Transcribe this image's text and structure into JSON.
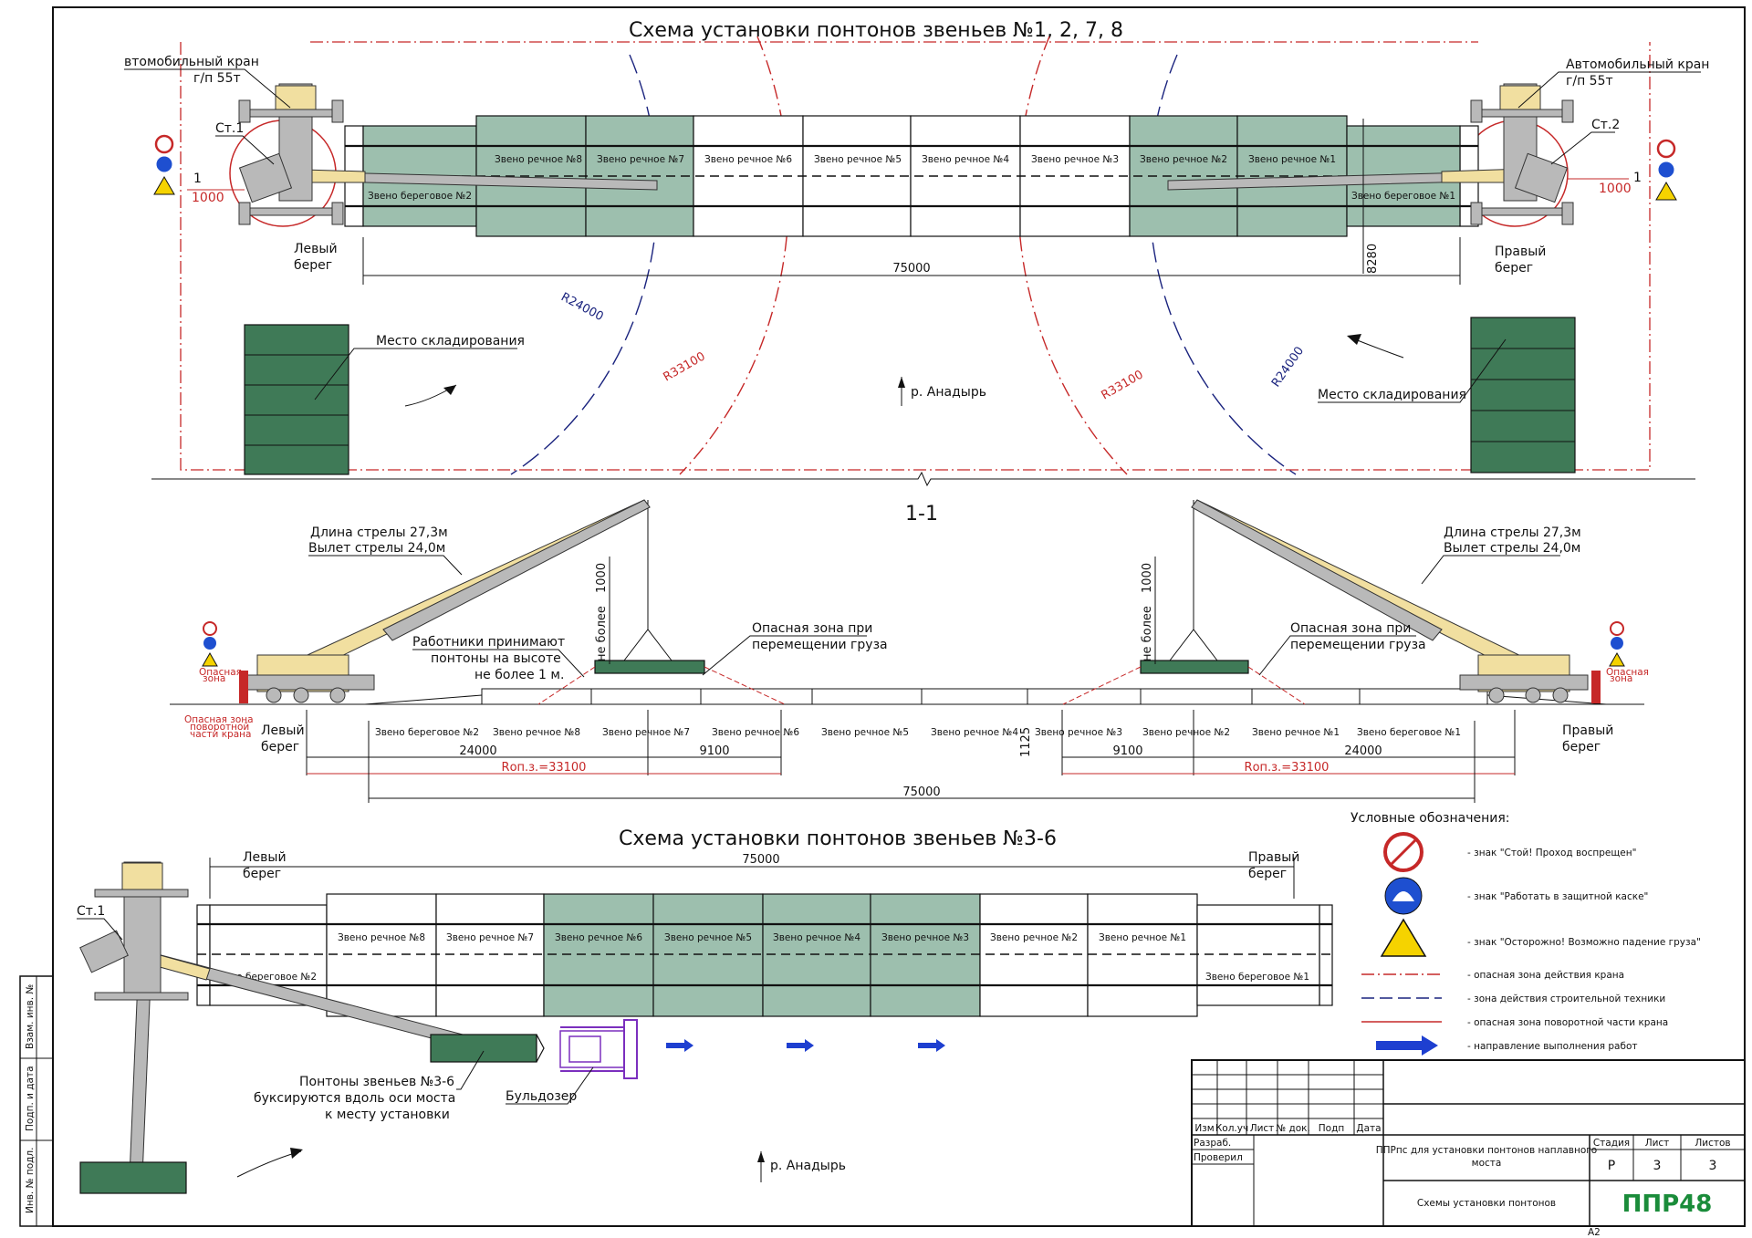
{
  "top_plan": {
    "title": "Схема установки понтонов звеньев №1, 2, 7, 8",
    "crane_left_label": [
      "втомобильный кран",
      "г/п 55т"
    ],
    "crane_right_label": [
      "Автомобильный кран",
      "г/п 55т"
    ],
    "st1": "Ст.1",
    "st2": "Ст.2",
    "dim_1000_left": "1000",
    "dim_1000_right": "1000",
    "dim_1": "1",
    "left_bank": [
      "Левый",
      "берег"
    ],
    "right_bank": [
      "Правый",
      "берег"
    ],
    "segments": [
      {
        "label": "Звено береговое №2",
        "fill": "green",
        "row": "low"
      },
      {
        "label": "Звено речное №8",
        "fill": "green",
        "row": "mid"
      },
      {
        "label": "Звено речное №7",
        "fill": "green",
        "row": "mid"
      },
      {
        "label": "Звено речное №6",
        "fill": "white",
        "row": "mid"
      },
      {
        "label": "Звено речное №5",
        "fill": "white",
        "row": "mid"
      },
      {
        "label": "Звено речное №4",
        "fill": "white",
        "row": "mid"
      },
      {
        "label": "Звено речное №3",
        "fill": "white",
        "row": "mid"
      },
      {
        "label": "Звено речное №2",
        "fill": "green",
        "row": "mid"
      },
      {
        "label": "Звено речное №1",
        "fill": "green",
        "row": "mid"
      },
      {
        "label": "Звено береговое №1",
        "fill": "green",
        "row": "low"
      }
    ],
    "dim_length": "75000",
    "dim_width": "8280",
    "r24000": "R24000",
    "r33100": "R33100",
    "storage_label": "Место складирования",
    "river": "р. Анадырь"
  },
  "section": {
    "title": "1-1",
    "boom_left": [
      "Длина стрелы 27,3м",
      "Вылет стрелы 24,0м"
    ],
    "boom_right": [
      "Длина стрелы 27,3м",
      "Вылет стрелы 24,0м"
    ],
    "limit_1000": "1000",
    "limit_text": "не более",
    "workers": [
      "Работники принимают",
      "понтоны на высоте",
      "не более 1 м."
    ],
    "danger_left": [
      "Опасная зона при",
      "перемещении груза"
    ],
    "danger_right": [
      "Опасная зона при",
      "перемещении груза"
    ],
    "left_bank": [
      "Левый",
      "берег"
    ],
    "right_bank": [
      "Правый",
      "берег"
    ],
    "segment_labels": [
      "Звено береговое №2",
      "Звено речное №8",
      "Звено речное №7",
      "Звено речное №6",
      "Звено речное №5",
      "Звено речное №4",
      "Звено речное №3",
      "Звено речное №2",
      "Звено речное №1",
      "Звено береговое №1"
    ],
    "dim_24000_left": "24000",
    "dim_9100_left": "9100",
    "r_left": "Rоп.з.=33100",
    "dim_1125": "1125",
    "dim_9100_right": "9100",
    "dim_24000_right": "24000",
    "r_right": "Rоп.з.=33100",
    "dim_75000": "75000",
    "zone_note": [
      "Опасная",
      "зона"
    ],
    "rot_note": [
      "Опасная зона",
      "поворотной",
      "части крана"
    ]
  },
  "bottom_plan": {
    "title": "Схема установки понтонов звеньев №3-6",
    "left_bank": [
      "Левый",
      "берег"
    ],
    "right_bank": [
      "Правый",
      "берег"
    ],
    "dim_length": "75000",
    "st1": "Ст.1",
    "segments": [
      {
        "label": "Звено береговое №2",
        "fill": "white"
      },
      {
        "label": "Звено речное №8",
        "fill": "white"
      },
      {
        "label": "Звено речное №7",
        "fill": "white"
      },
      {
        "label": "Звено речное №6",
        "fill": "green"
      },
      {
        "label": "Звено речное №5",
        "fill": "green"
      },
      {
        "label": "Звено речное №4",
        "fill": "green"
      },
      {
        "label": "Звено речное №3",
        "fill": "green"
      },
      {
        "label": "Звено речное №2",
        "fill": "white"
      },
      {
        "label": "Звено речное №1",
        "fill": "white"
      },
      {
        "label": "Звено береговое №1",
        "fill": "white"
      }
    ],
    "tow_note": [
      "Понтоны звеньев №3-6",
      "буксируются вдоль оси моста",
      "к месту установки"
    ],
    "bulldozer": "Бульдозер",
    "river": "р. Анадырь"
  },
  "legend": {
    "title": "Условные обозначения:",
    "items": [
      "- знак \"Стой! Проход воспрещен\"",
      "- знак \"Работать в защитной каске\"",
      "- знак \"Осторожно! Возможно падение груза\"",
      "- опасная зона действия крана",
      "- зона действия строительной техники",
      "- опасная зона поворотной части крана",
      "- направление выполнения работ"
    ]
  },
  "side_stamp": [
    "Инв. № подл.",
    "Подп. и дата",
    "Взам. инв. №"
  ],
  "title_block": {
    "cols": [
      "Изм",
      "Кол.уч",
      "Лист",
      "№ док.",
      "Подп",
      "Дата"
    ],
    "razrab": "Разраб.",
    "proveril": "Проверил",
    "project": [
      "ППРпс для установки понтонов наплавного",
      "моста"
    ],
    "sheet_title": "Схемы установки понтонов",
    "stage_h": "Стадия",
    "sheet_h": "Лист",
    "sheets_h": "Листов",
    "stage": "Р",
    "sheet": "3",
    "sheets": "3",
    "logo": "ППР48",
    "format": "А2"
  },
  "colors": {
    "green": "#9dbfae",
    "dark_green": "#3f7a57",
    "crane_red": "#c62828",
    "equipment_blue": "#1a237e",
    "arrow_blue": "#1e3fd0",
    "logo": "#1a8c3a",
    "bulldozer": "#7b2fbe"
  }
}
